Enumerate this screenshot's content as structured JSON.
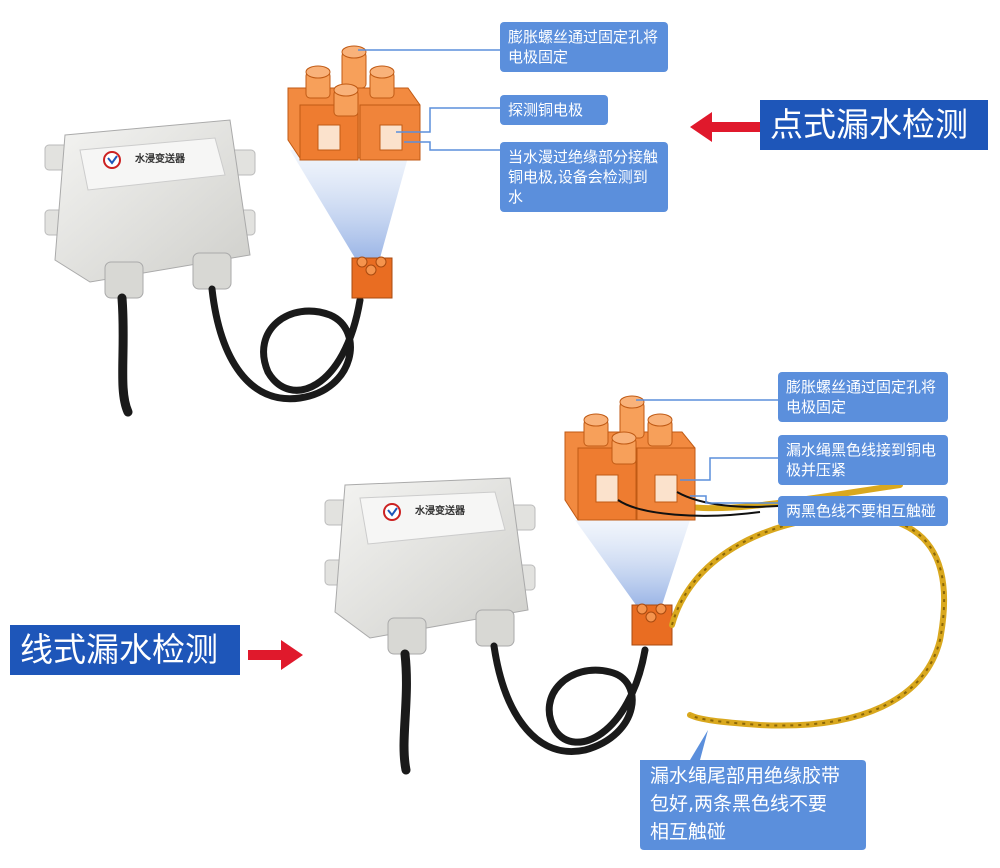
{
  "top": {
    "banner": "点式漏水检测",
    "callout_1": "膨胀螺丝通过固定孔将电极固定",
    "callout_2": "探测铜电极",
    "callout_3": "当水漫过绝缘部分接触铜电极,设备会检测到水"
  },
  "bottom": {
    "banner": "线式漏水检测",
    "callout_1": "膨胀螺丝通过固定孔将电极固定",
    "callout_2": "漏水绳黑色线接到铜电极并压紧",
    "callout_3": "两黑色线不要相互触碰",
    "note": "漏水绳尾部用绝缘胶带包好,两条黑色线不要相互触碰"
  },
  "device": {
    "label": "水浸变送器"
  },
  "colors": {
    "callout": "#5b8fdc",
    "banner": "#1e56b9",
    "arrow": "#e0192c",
    "terminal": "#f28a40",
    "rope": "#d9a81e"
  }
}
